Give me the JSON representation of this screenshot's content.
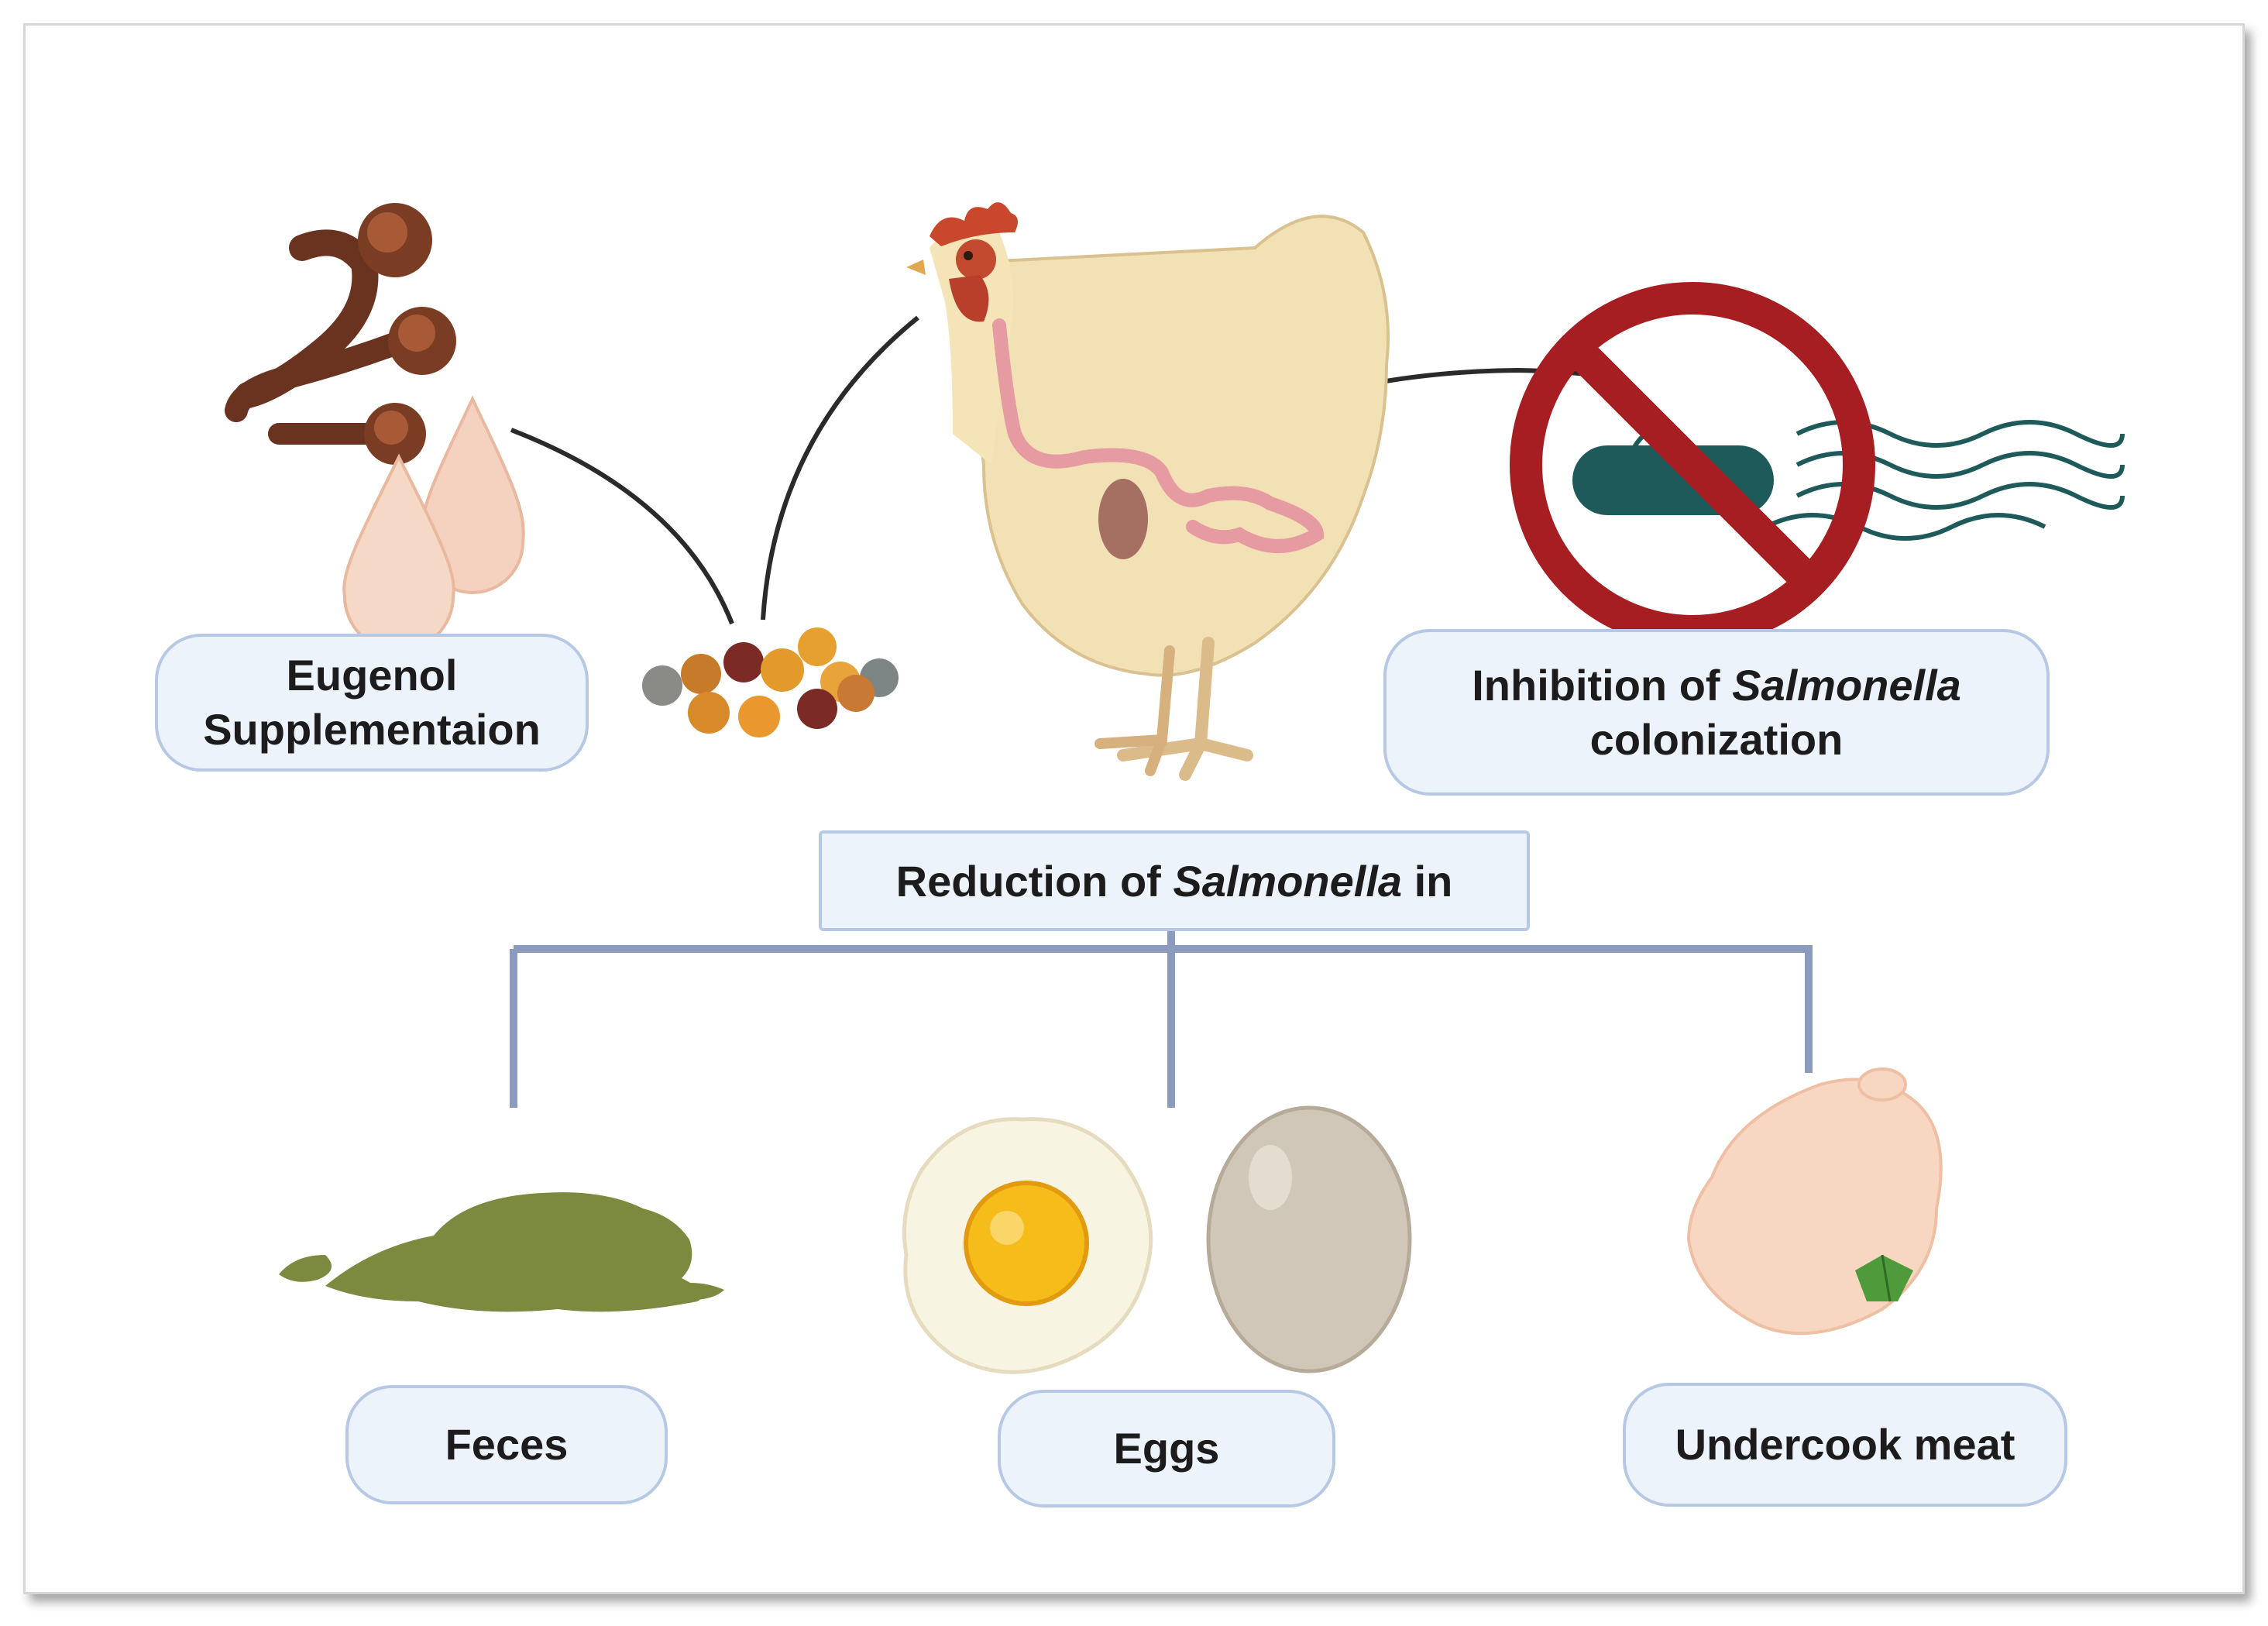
{
  "labels": {
    "eugenol_line1": "Eugenol",
    "eugenol_line2": "Supplementaion",
    "inhibition_pre": "Inhibition of ",
    "inhibition_italic": "Salmonella",
    "inhibition_line2": "colonization",
    "reduction_pre": "Reduction of ",
    "reduction_italic": "Salmonella",
    "reduction_post": " in",
    "feces": "Feces",
    "eggs": "Eggs",
    "undercook": "Undercook meat"
  },
  "icons": [
    "clove-icon",
    "oil-drop-icon",
    "feed-pellets-icon",
    "chicken-icon",
    "no-bacteria-icon",
    "feces-icon",
    "fried-egg-icon",
    "egg-icon",
    "raw-chicken-icon"
  ],
  "colors": {
    "box_fill": "#edf3fb",
    "box_border": "#b7c8e4",
    "tree_line": "#8a9bbd",
    "prohibition_red": "#a61e22",
    "bacterium": "#1f5a5a"
  }
}
